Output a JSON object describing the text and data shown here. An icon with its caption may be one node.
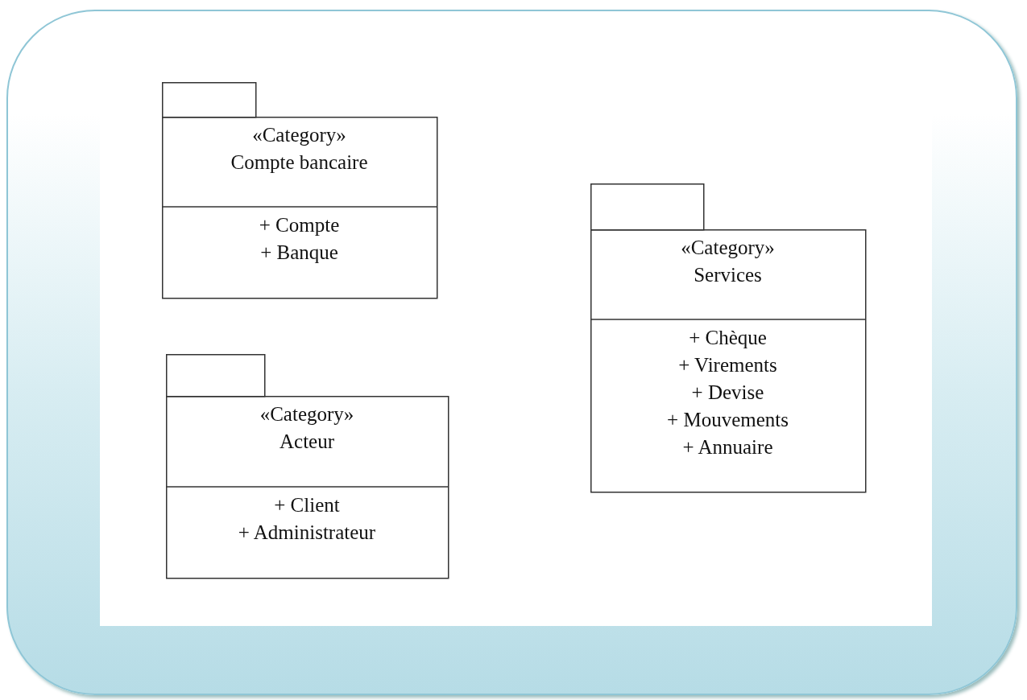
{
  "diagram": {
    "nodes": [
      {
        "text": [
          "«Category»",
          "Compte bancaire",
          "+ Compte",
          "+ Banque"
        ]
      },
      {
        "text": [
          "«Category»",
          "Acteur",
          "+ Client",
          "+ Administrateur"
        ]
      },
      {
        "text": [
          "«Category»",
          "Services",
          "+ Chèque",
          "+ Virements",
          "+ Devise",
          "+ Mouvements",
          "+ Annuaire"
        ]
      }
    ]
  }
}
